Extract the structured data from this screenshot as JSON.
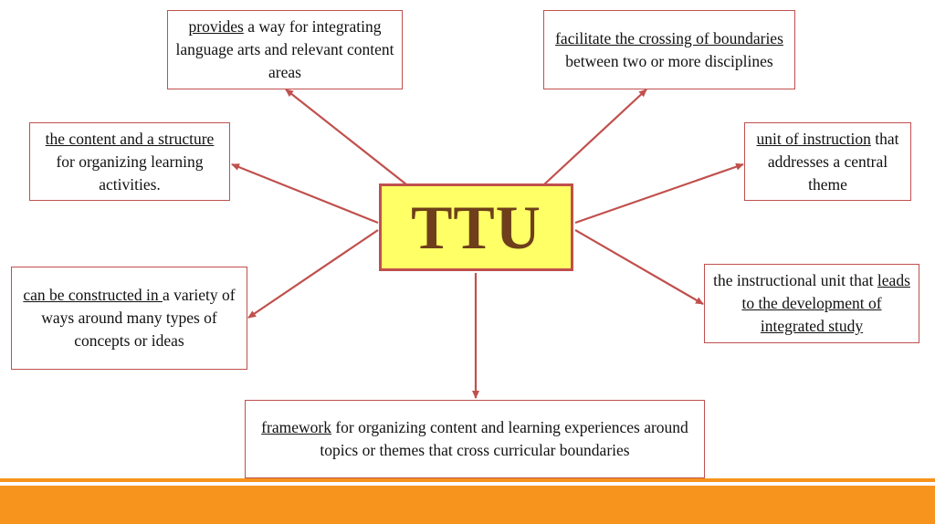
{
  "center": {
    "label": "TTU"
  },
  "boxes": {
    "top_left": {
      "u": "provides",
      "rest": " a way for integrating language arts and relevant content areas"
    },
    "top_right": {
      "u": "facilitate the crossing of boundaries ",
      "rest": "between two or more disciplines"
    },
    "mid_left": {
      "u": "the content and a structure ",
      "rest": "for organizing learning activities."
    },
    "mid_right": {
      "u": "unit of instruction",
      "rest": " that addresses a central theme"
    },
    "low_left": {
      "u": "can be constructed in ",
      "rest": "a variety of ways around many types of concepts or ideas"
    },
    "low_right": {
      "pre": "the instructional unit that ",
      "u": "leads to the development of integrated study"
    },
    "bottom": {
      "u": "framework",
      "rest": " for organizing content and learning experiences around topics or themes that cross curricular boundaries"
    }
  },
  "colors": {
    "arrow": "#c0504d",
    "center_fill": "#ffff66",
    "center_text": "#6e3f1a",
    "footer_bar": "#f7941d",
    "footer_line": "#f7941d"
  }
}
